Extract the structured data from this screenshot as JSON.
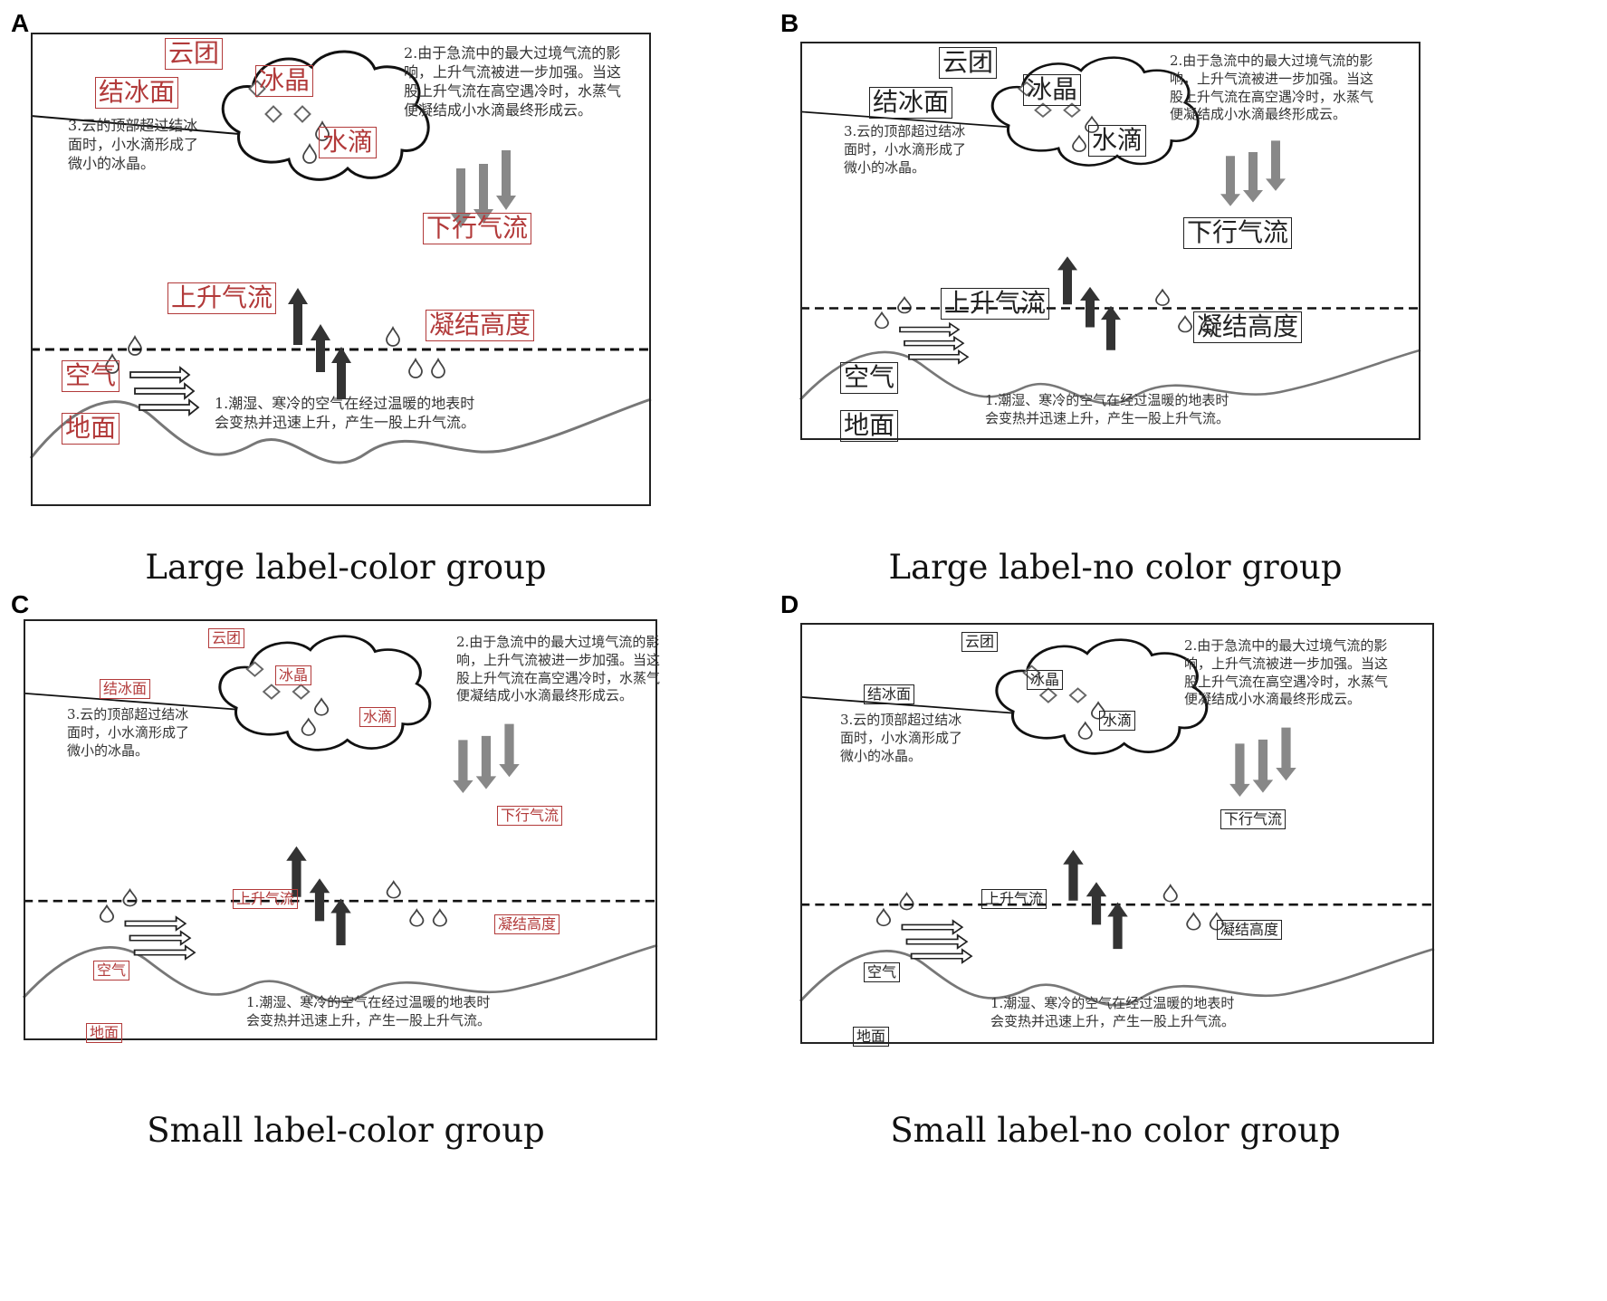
{
  "labels": {
    "cloud": "云团",
    "ice_crystal": "冰晶",
    "freezing_level": "结冰面",
    "water_drop": "水滴",
    "downdraft": "下行气流",
    "updraft": "上升气流",
    "condensation_level": "凝结高度",
    "air": "空气",
    "ground": "地面"
  },
  "notes": {
    "step2_l1": "2.由于急流中的最大过境气流的影",
    "step2_l2": "响，上升气流被进一步加强。当这",
    "step2_l3": "股上升气流在高空遇冷时，水蒸气",
    "step2_l4": "便凝结成小水滴最终形成云。",
    "step3_l1": "3.云的顶部超过结冰",
    "step3_l2": "面时，小水滴形成了",
    "step3_l3": "微小的冰晶。",
    "step1_l1": "1.潮湿、寒冷的空气在经过温暖的地表时",
    "step1_l2": "会变热并迅速上升，产生一股上升气流。"
  },
  "panels": [
    {
      "letter": "A",
      "caption": "Large label-color group",
      "size": "large",
      "color": "#b23a3a"
    },
    {
      "letter": "B",
      "caption": "Large label-no color group",
      "size": "large",
      "color": "#222222"
    },
    {
      "letter": "C",
      "caption": "Small label-color group",
      "size": "small",
      "color": "#b23a3a"
    },
    {
      "letter": "D",
      "caption": "Small label-no color group",
      "size": "small",
      "color": "#222222"
    }
  ]
}
